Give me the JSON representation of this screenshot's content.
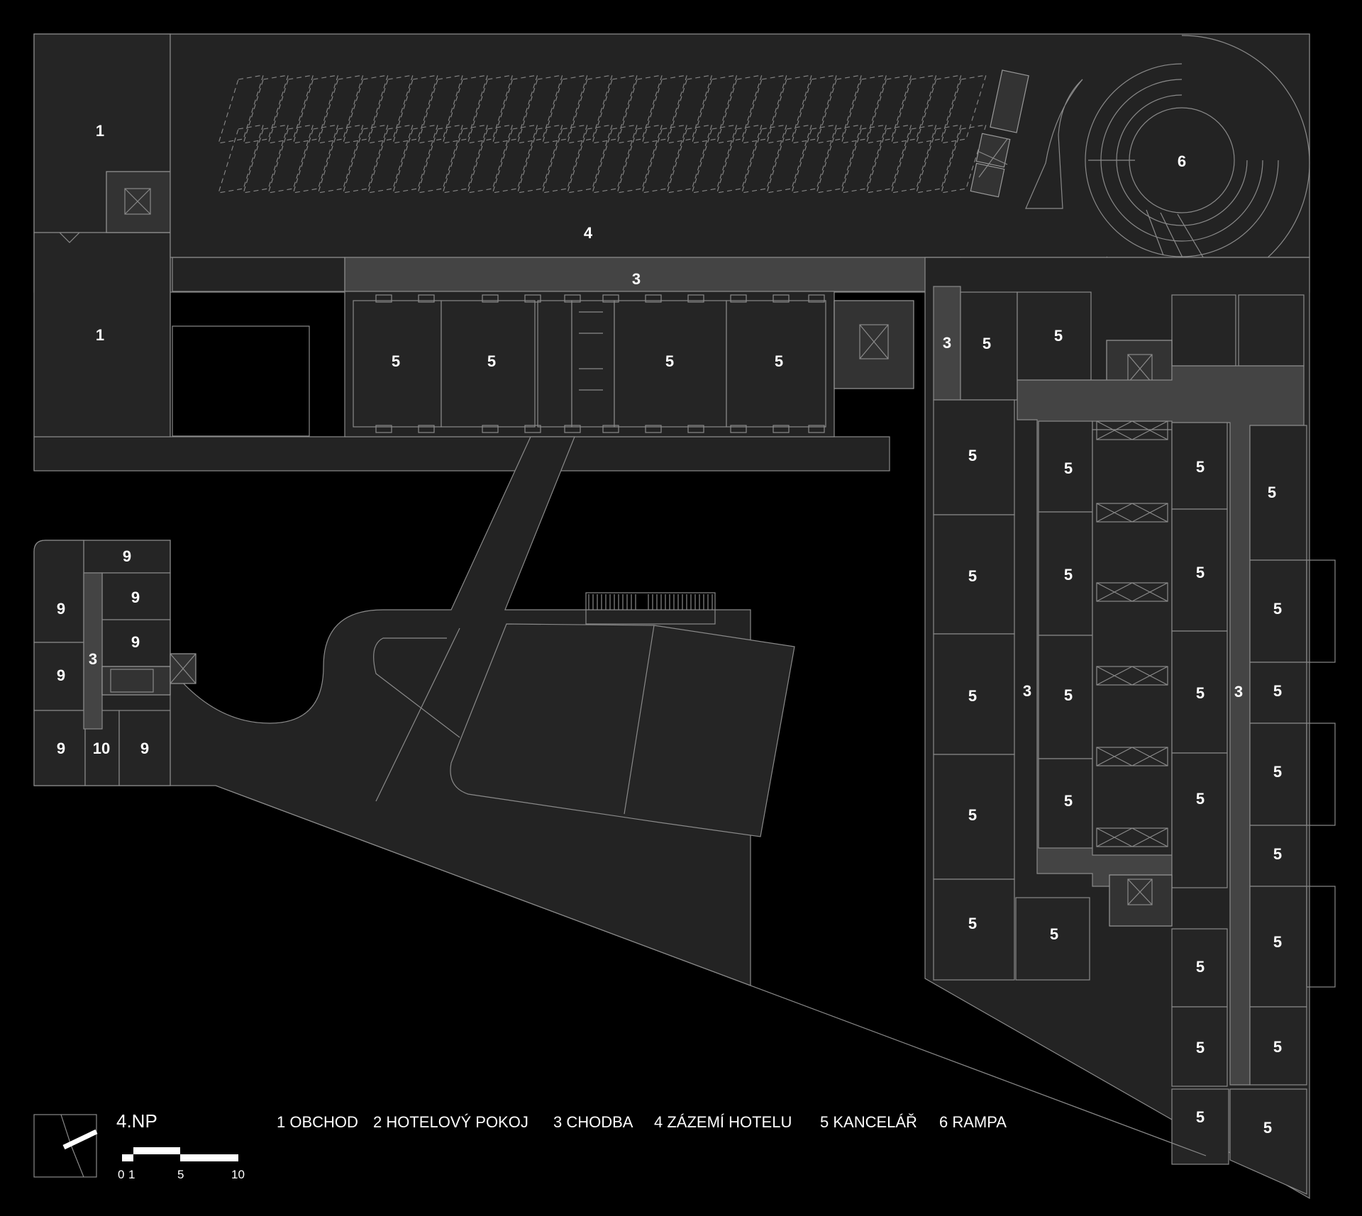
{
  "floor_label": "4.NP",
  "legend": [
    "1 OBCHOD",
    "2  HOTELOVÝ POKOJ",
    "3  CHODBA",
    "4  ZÁZEMÍ HOTELU",
    "5  KANCELÁŘ",
    "6  RAMPA"
  ],
  "scale_labels": [
    "0",
    "1",
    "5",
    "10"
  ],
  "room_labels": {
    "r1": "1",
    "r3": "3",
    "r4": "4",
    "r5": "5",
    "r6": "6",
    "r9": "9",
    "r10": "10"
  }
}
